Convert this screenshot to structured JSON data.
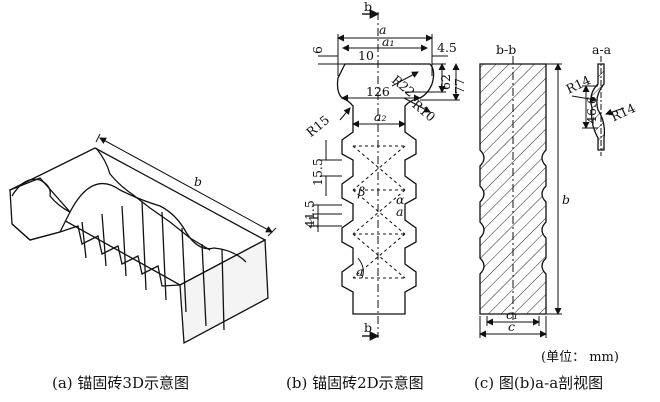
{
  "captions": {
    "a": "(a) 锚固砖3D示意图",
    "b": "(b) 锚固砖2D示意图",
    "c": "(c) 图(b)a-a剖视图"
  },
  "unit_note": "(单位： mm)",
  "view_3d": {
    "length_label": "b"
  },
  "view_2d": {
    "section_mark_top": "b",
    "section_mark_bottom": "b",
    "dim_a": "a",
    "dim_a1": "a₁",
    "dim_a2": "a₂",
    "dim_10": "10",
    "dim_6": "6",
    "dim_4_5": "4.5",
    "dim_R22": "R22",
    "dim_R10": "R10",
    "dim_62": "62",
    "dim_77": "77",
    "dim_126": "126",
    "dim_R15": "R15",
    "dim_15_5": "15.5",
    "dim_41_5": "41.5",
    "dim_11": "11",
    "angle_beta": "β",
    "angle_alpha": "α",
    "dim_a_left": "a",
    "dim_a_right": "a"
  },
  "view_section": {
    "title_bb": "b-b",
    "title_aa": "a-a",
    "dim_b": "b",
    "dim_c1": "c₁",
    "dim_c": "c",
    "dim_R14_top": "R14",
    "dim_R14_bottom": "R14",
    "dim_46_6": "46.6"
  }
}
